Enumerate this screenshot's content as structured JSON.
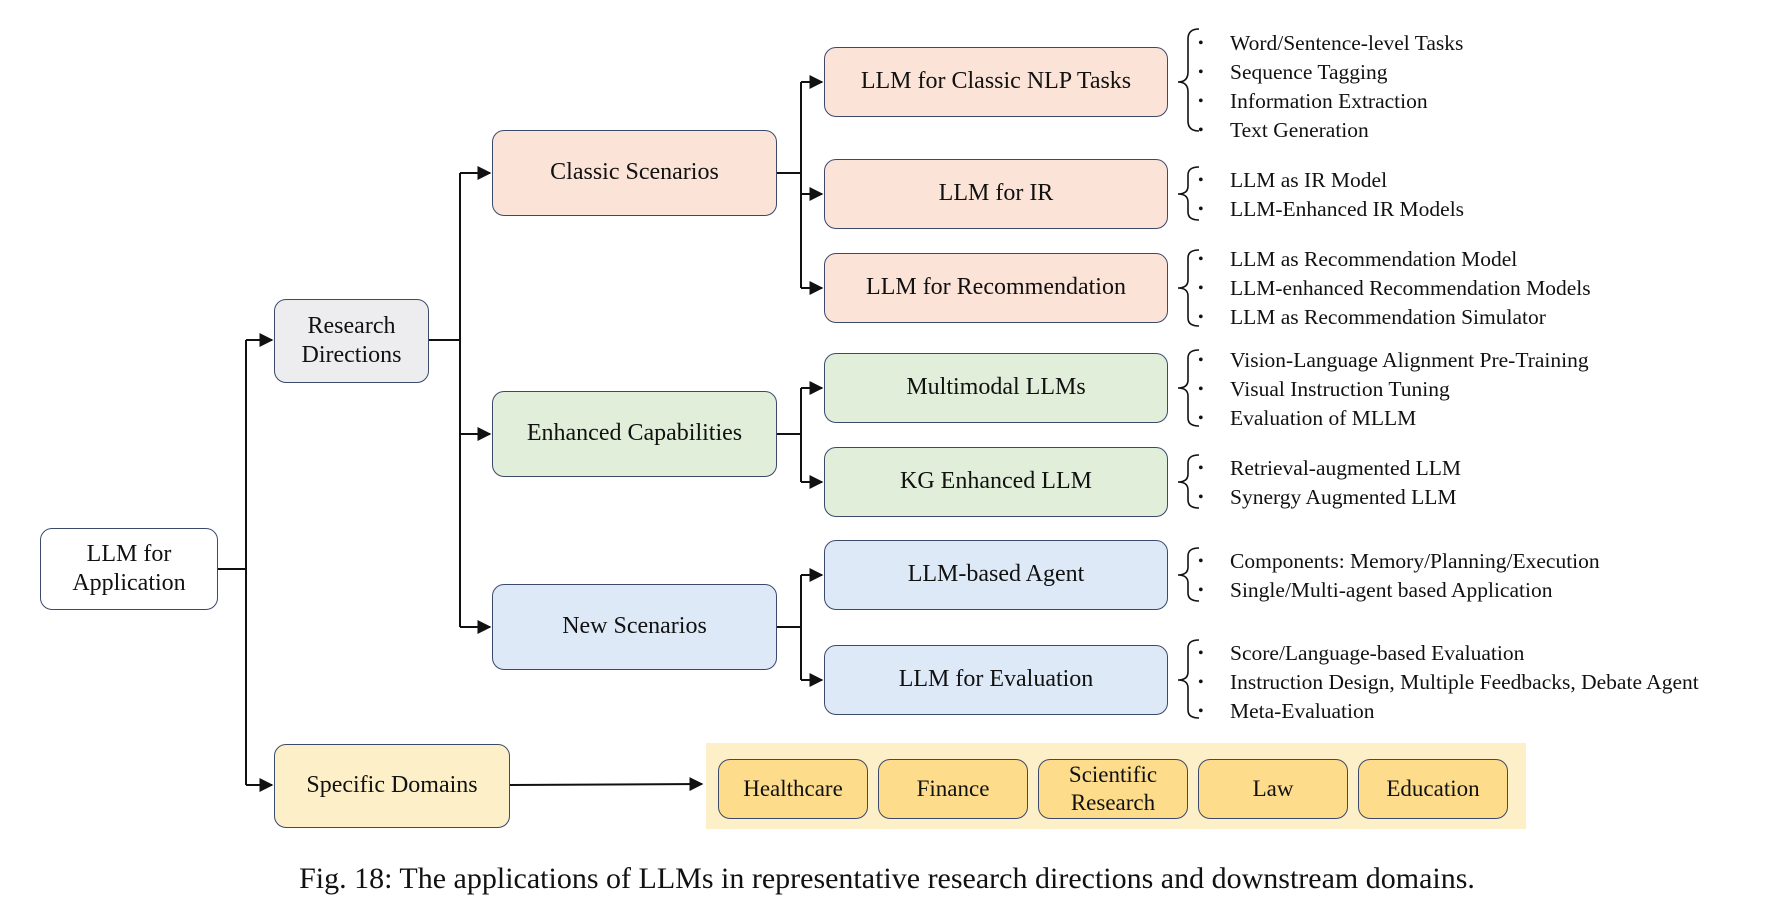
{
  "root": {
    "line1": "LLM for",
    "line2": "Application"
  },
  "research_directions": {
    "line1": "Research",
    "line2": "Directions"
  },
  "specific_domains": {
    "label": "Specific Domains"
  },
  "categories": {
    "classic": "Classic Scenarios",
    "enhanced": "Enhanced Capabilities",
    "new": "New Scenarios"
  },
  "topics": [
    {
      "label": "LLM for Classic NLP Tasks",
      "items": [
        "Word/Sentence-level Tasks",
        "Sequence Tagging",
        "Information Extraction",
        "Text Generation"
      ]
    },
    {
      "label": "LLM for IR",
      "items": [
        "LLM as IR Model",
        "LLM-Enhanced IR Models"
      ]
    },
    {
      "label": "LLM for Recommendation",
      "items": [
        "LLM as Recommendation Model",
        "LLM-enhanced Recommendation Models",
        "LLM as Recommendation Simulator"
      ]
    },
    {
      "label": "Multimodal LLMs",
      "items": [
        "Vision-Language Alignment Pre-Training",
        "Visual Instruction Tuning",
        "Evaluation of MLLM"
      ]
    },
    {
      "label": "KG Enhanced LLM",
      "items": [
        "Retrieval-augmented LLM",
        "Synergy Augmented LLM"
      ]
    },
    {
      "label": "LLM-based Agent",
      "items": [
        "Components: Memory/Planning/Execution",
        "Single/Multi-agent based Application"
      ]
    },
    {
      "label": "LLM for Evaluation",
      "items": [
        "Score/Language-based Evaluation",
        "Instruction Design, Multiple Feedbacks, Debate Agent",
        "Meta-Evaluation"
      ]
    }
  ],
  "domains": [
    {
      "label": "Healthcare"
    },
    {
      "label": "Finance"
    },
    {
      "line1": "Scientific",
      "line2": "Research"
    },
    {
      "label": "Law"
    },
    {
      "label": "Education"
    }
  ],
  "caption": "Fig. 18: The applications of LLMs in representative research directions and downstream domains.",
  "colors": {
    "border": "#3b4a6b",
    "classic": "#fbe3d7",
    "enhanced": "#e1efda",
    "new": "#dde9f7",
    "domains_panel": "#fdf0c8",
    "domain_box": "#fddc8c",
    "research_directions": "#ededf0"
  }
}
